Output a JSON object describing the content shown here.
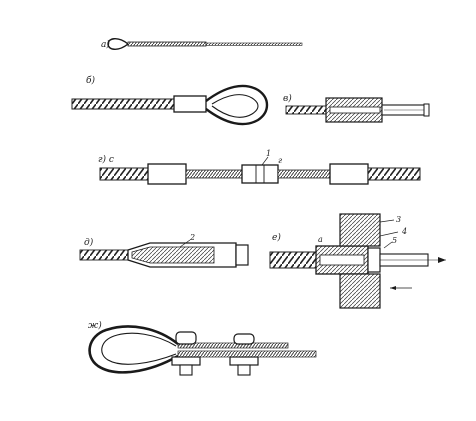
{
  "figure": {
    "panels": [
      {
        "id": "a",
        "label": "а)"
      },
      {
        "id": "b",
        "label": "б)"
      },
      {
        "id": "v",
        "label": "в)"
      },
      {
        "id": "g",
        "label": "г) с"
      },
      {
        "id": "d",
        "label": "д)"
      },
      {
        "id": "e",
        "label": "е)"
      },
      {
        "id": "zh",
        "label": "ж)"
      }
    ],
    "callouts": {
      "g_1": "1",
      "g_2": "г",
      "d_2": "2",
      "e_a": "а",
      "e_3": "3",
      "e_4": "4",
      "e_5": "5"
    }
  }
}
